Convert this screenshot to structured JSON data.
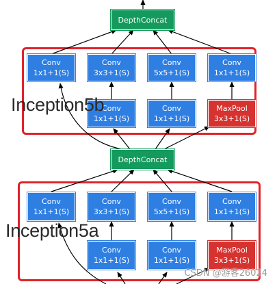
{
  "top_concat": {
    "label": "DepthConcat"
  },
  "inception5b": {
    "label": "Inception5b",
    "row_top": [
      {
        "name": "Conv",
        "params": "1x1+1(S)"
      },
      {
        "name": "Conv",
        "params": "3x3+1(S)"
      },
      {
        "name": "Conv",
        "params": "5x5+1(S)"
      },
      {
        "name": "Conv",
        "params": "1x1+1(S)"
      }
    ],
    "row_bottom": [
      {
        "name": "Conv",
        "params": "1x1+1(S)"
      },
      {
        "name": "Conv",
        "params": "1x1+1(S)"
      },
      {
        "name": "MaxPool",
        "params": "3x3+1(S)"
      }
    ]
  },
  "middle_concat": {
    "label": "DepthConcat"
  },
  "inception5a": {
    "label": "Inception5a",
    "row_top": [
      {
        "name": "Conv",
        "params": "1x1+1(S)"
      },
      {
        "name": "Conv",
        "params": "3x3+1(S)"
      },
      {
        "name": "Conv",
        "params": "5x5+1(S)"
      },
      {
        "name": "Conv",
        "params": "1x1+1(S)"
      }
    ],
    "row_bottom": [
      {
        "name": "Conv",
        "params": "1x1+1(S)"
      },
      {
        "name": "Conv",
        "params": "1x1+1(S)"
      },
      {
        "name": "MaxPool",
        "params": "3x3+1(S)"
      }
    ]
  },
  "watermark": "CSDN @游客26024",
  "colors": {
    "conv": "#2f7fe3",
    "concat": "#149a5c",
    "pool": "#d6322f",
    "frame": "#e0232a"
  }
}
